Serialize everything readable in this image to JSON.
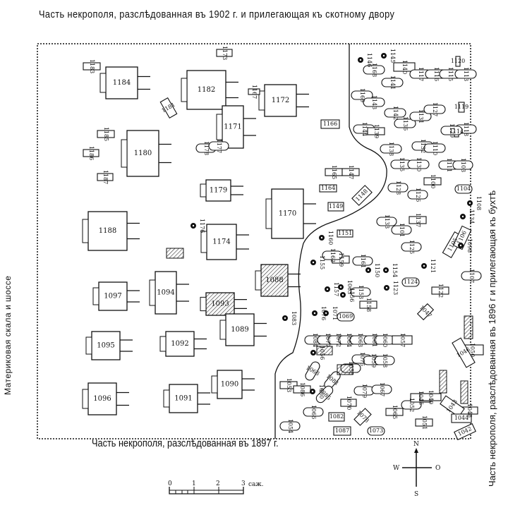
{
  "titles": {
    "top": "Часть некрополя, разслѣдованная въ 1902 г. и прилегающая къ скотному двору",
    "bottom": "Часть некрополя, разслѣдованная въ 1897 г.",
    "left_side": "Материковая скала и шоссе",
    "right_side": "Часть некрополя, разслѣдованная въ 1896 г и прилегающая къ бухтѣ"
  },
  "scale_bar": {
    "ticks": [
      "0",
      "1",
      "2",
      "3"
    ],
    "unit": "саж."
  },
  "compass": {
    "north": "N",
    "south": "S",
    "west": "W",
    "east": "O"
  },
  "tombs_large": [
    {
      "id": "1184"
    },
    {
      "id": "1182"
    },
    {
      "id": "1172"
    },
    {
      "id": "1171"
    },
    {
      "id": "1180"
    },
    {
      "id": "1179"
    },
    {
      "id": "1170"
    },
    {
      "id": "1188"
    },
    {
      "id": "1174"
    },
    {
      "id": "1097"
    },
    {
      "id": "1094"
    },
    {
      "id": "1093"
    },
    {
      "id": "1088"
    },
    {
      "id": "1095"
    },
    {
      "id": "1092"
    },
    {
      "id": "1089"
    },
    {
      "id": "1096"
    },
    {
      "id": "1091"
    },
    {
      "id": "1090"
    }
  ],
  "graves_small": [
    "1183",
    "1181",
    "1173",
    "1167",
    "1166",
    "1185",
    "1186",
    "1187",
    "1178",
    "1177",
    "1165",
    "1164",
    "1147",
    "1149",
    "1148",
    "1176",
    "1145",
    "1146",
    "1168",
    "1169",
    "1143",
    "1144",
    "1139",
    "1140",
    "1141",
    "1142",
    "1136",
    "1138",
    "1135",
    "1130",
    "1131",
    "1132",
    "1117",
    "1116",
    "1115",
    "1120",
    "1113",
    "1119",
    "1118",
    "1114",
    "1129",
    "1127",
    "1110",
    "1111",
    "1103",
    "1100",
    "1104",
    "1108",
    "1134",
    "1128",
    "1126",
    "1137",
    "1133",
    "1101",
    "1125",
    "1105",
    "1106",
    "1098",
    "1107",
    "1122",
    "1121",
    "1124",
    "1123",
    "1154",
    "1150",
    "1151",
    "1159",
    "1161",
    "1162",
    "1160",
    "1155",
    "1157",
    "1063",
    "1156",
    "1153",
    "1158",
    "1076",
    "1071",
    "1069",
    "1083",
    "1084",
    "1077",
    "1072",
    "1064",
    "1063",
    "1061",
    "1060",
    "1057",
    "1056",
    "1075",
    "1059",
    "1058",
    "1055",
    "1068",
    "1081",
    "1079",
    "1067",
    "1053",
    "1086",
    "1085",
    "1080",
    "1070",
    "1066",
    "1082",
    "1078",
    "1054",
    "1087",
    "1073",
    "1065",
    "1052",
    "1051",
    "1047",
    "1050",
    "1046",
    "1045",
    "1049",
    "1048",
    "1043",
    "1044",
    "1042",
    "1041"
  ]
}
